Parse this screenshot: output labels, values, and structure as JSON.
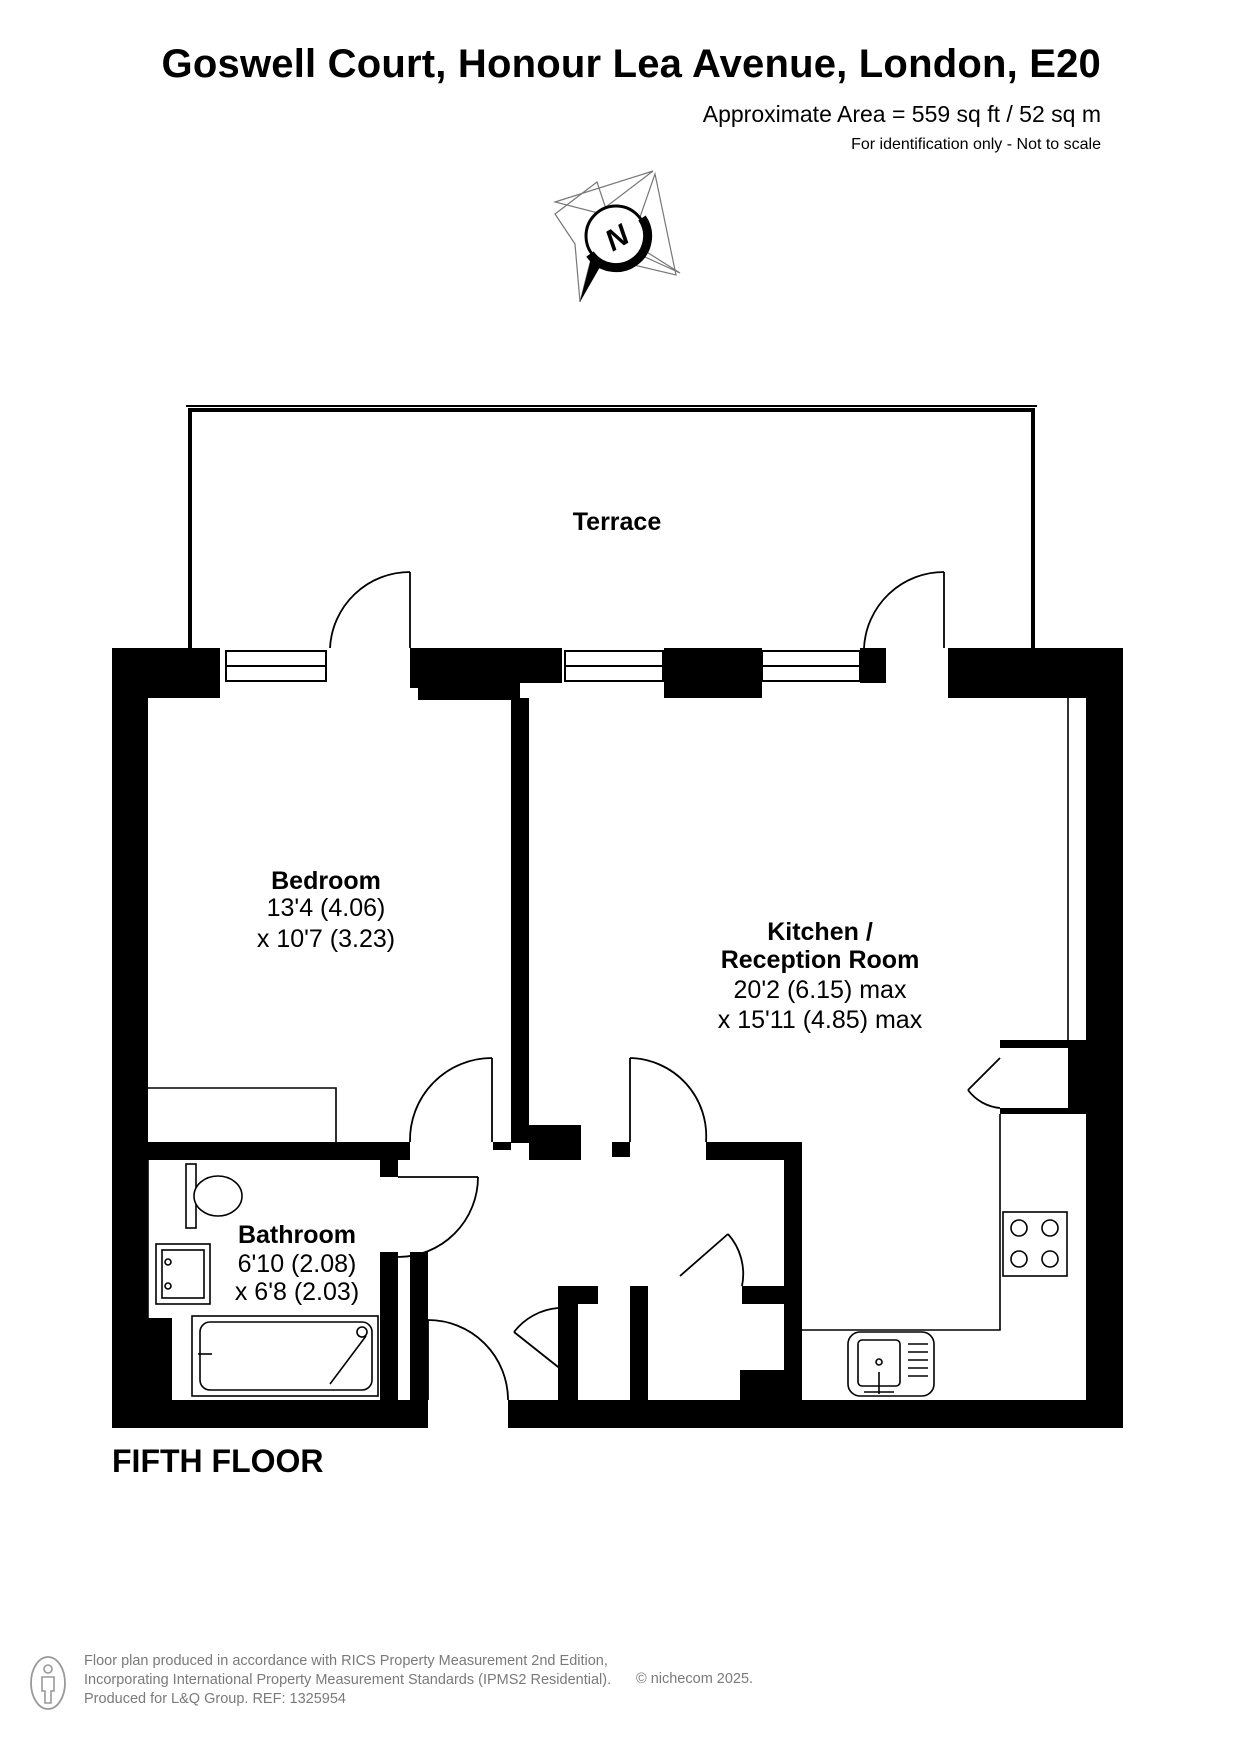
{
  "header": {
    "address": "Goswell Court, Honour Lea Avenue, London, E20",
    "area": "Approximate Area = 559 sq ft / 52 sq m",
    "note": "For identification only - Not to scale"
  },
  "compass": {
    "label": "N"
  },
  "rooms": {
    "terrace": {
      "name": "Terrace"
    },
    "bedroom": {
      "name": "Bedroom",
      "dim1": "13'4 (4.06)",
      "dim2": "x 10'7 (3.23)"
    },
    "kitchen": {
      "name1": "Kitchen /",
      "name2": "Reception Room",
      "dim1": "20'2 (6.15) max",
      "dim2": "x 15'11 (4.85) max"
    },
    "bathroom": {
      "name": "Bathroom",
      "dim1": "6'10 (2.08)",
      "dim2": "x 6'8 (2.03)"
    }
  },
  "floor_label": "FIFTH FLOOR",
  "footer": {
    "line1": "Floor plan produced in accordance with RICS Property Measurement 2nd Edition,",
    "line2": "Incorporating International Property Measurement Standards (IPMS2 Residential).",
    "line3": "Produced for L&Q Group.   REF:   1325954",
    "copyright": "© nichecom 2025."
  }
}
